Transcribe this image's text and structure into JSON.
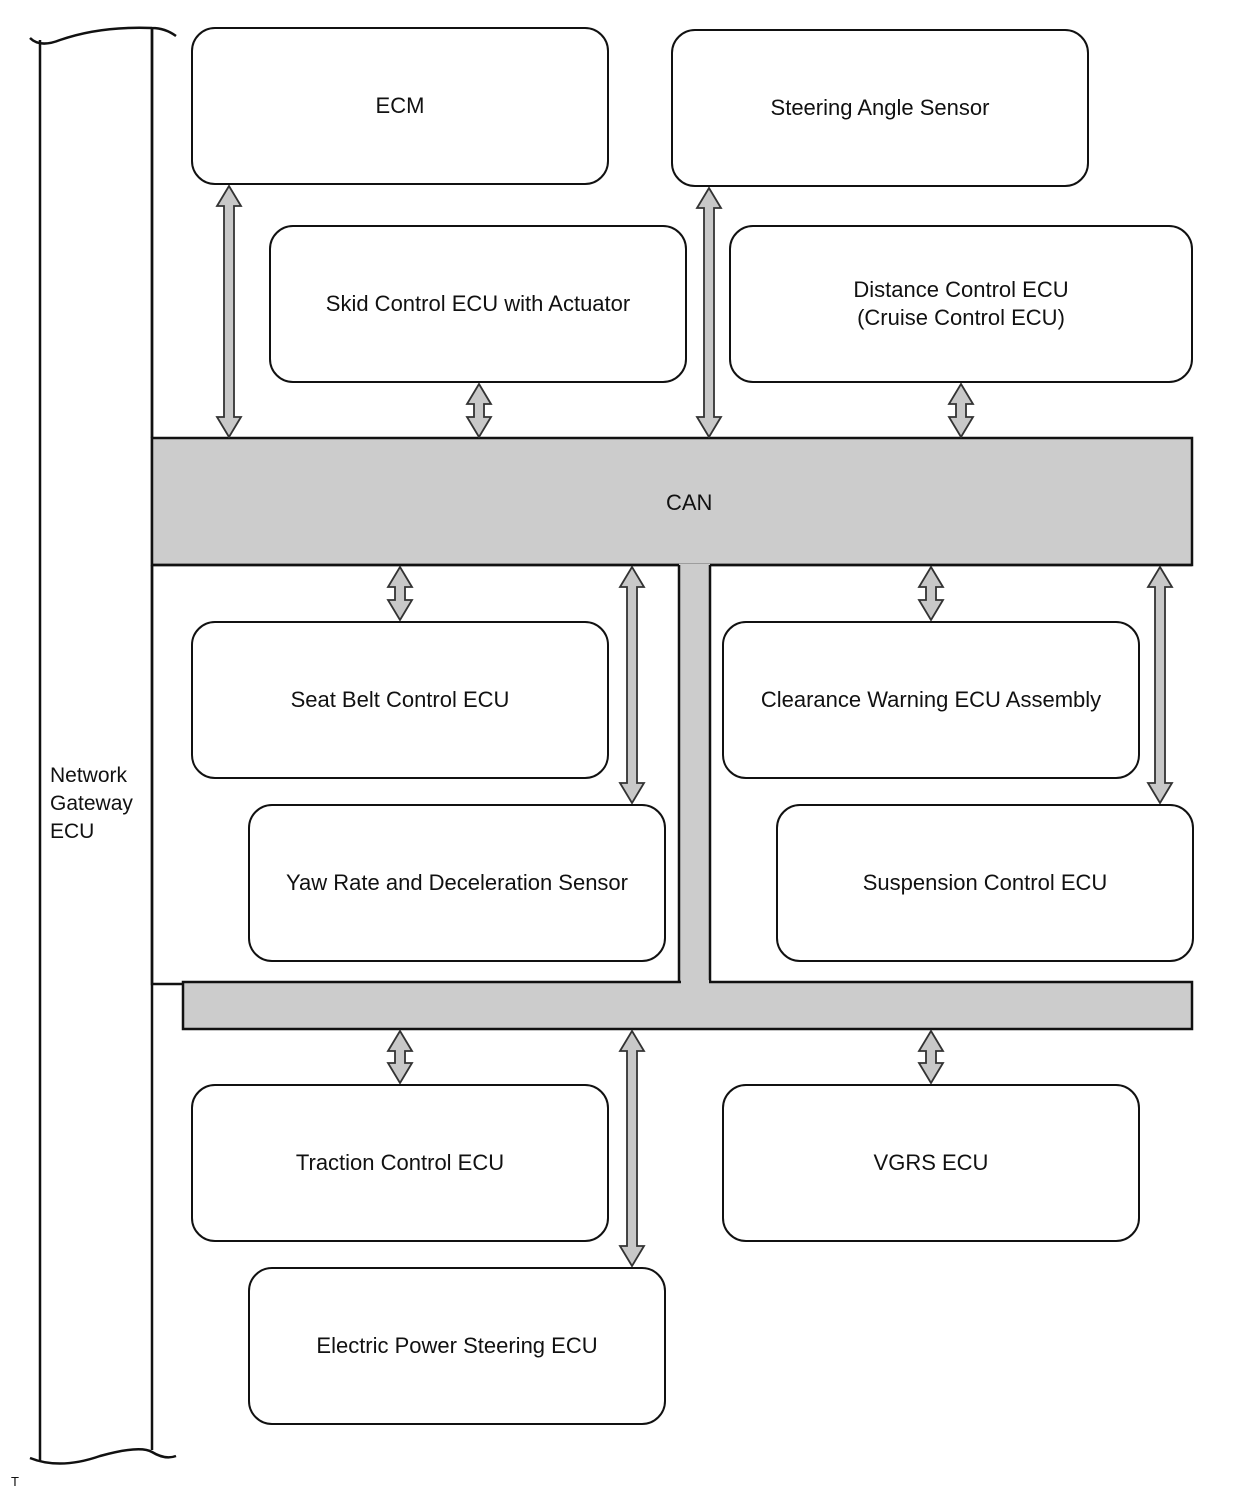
{
  "gateway": {
    "lines": [
      "Network",
      "Gateway",
      "ECU"
    ]
  },
  "bus": {
    "label": "CAN"
  },
  "nodes": {
    "ecm": "ECM",
    "steering_angle": "Steering Angle Sensor",
    "skid_control": "Skid Control ECU with Actuator",
    "distance_control": {
      "line1": "Distance Control ECU",
      "line2": "(Cruise Control ECU)"
    },
    "seat_belt": "Seat Belt Control ECU",
    "clearance_warning": "Clearance Warning ECU Assembly",
    "yaw_rate": "Yaw Rate and Deceleration Sensor",
    "suspension": "Suspension Control ECU",
    "traction": "Traction Control ECU",
    "vgrs": "VGRS ECU",
    "eps": "Electric Power Steering ECU"
  },
  "corner_mark": "T",
  "colors": {
    "bus_fill": "#cccccc",
    "arrow_fill": "#c8c8c8",
    "stroke": "#111111"
  }
}
